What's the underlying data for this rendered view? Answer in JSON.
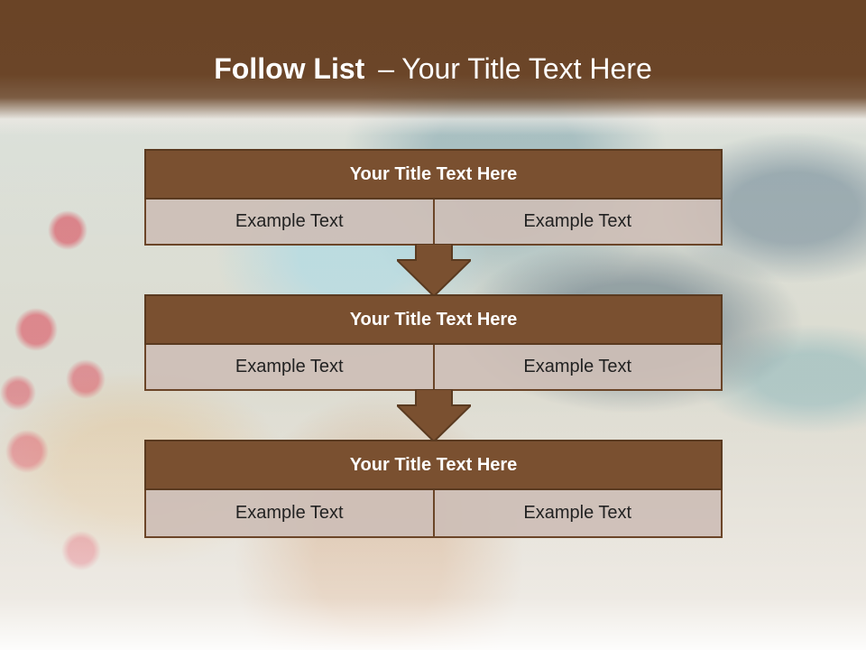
{
  "slide": {
    "title_bold": "Follow List",
    "title_rest": " – Your Title Text Here"
  },
  "blocks": [
    {
      "title": "Your Title Text Here",
      "left": "Example Text",
      "right": "Example Text"
    },
    {
      "title": "Your Title Text Here",
      "left": "Example Text",
      "right": "Example Text"
    },
    {
      "title": "Your Title Text Here",
      "left": "Example Text",
      "right": "Example Text"
    }
  ],
  "colors": {
    "header_brown": "#6b4528",
    "block_brown": "#7a5030",
    "cell_fill": "#cdbeb6"
  },
  "icons": [
    "down-arrow-icon"
  ]
}
